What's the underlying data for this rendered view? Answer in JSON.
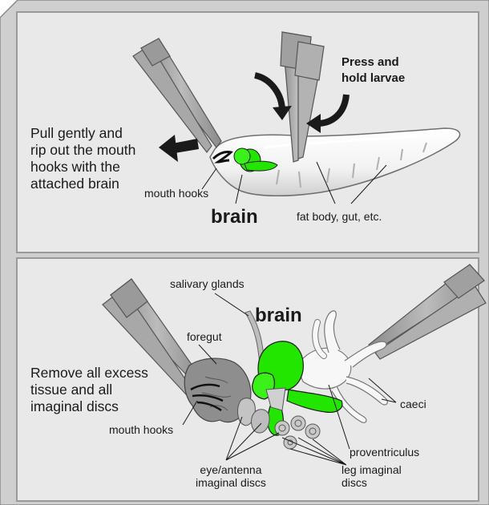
{
  "colors": {
    "panel_bg": "#e8e8e8",
    "panel_border": "#9a9a9a",
    "outer_bg": "#c8c8c8",
    "brain_green": "#22e600",
    "tool_gray": "#9e9e9e",
    "tissue_gray": "#bdbdbd",
    "arrow": "#1a1a1a"
  },
  "panel1": {
    "instruction_press": "Press and\nhold larvae",
    "instruction_pull": "Pull gently and\nrip out the mouth\nhooks with the\nattached brain",
    "label_mouth_hooks": "mouth hooks",
    "label_brain": "brain",
    "label_fat_body": "fat body, gut, etc."
  },
  "panel2": {
    "instruction_remove": "Remove all excess\ntissue and all\nimaginal discs",
    "label_salivary": "salivary glands",
    "label_brain": "brain",
    "label_foregut": "foregut",
    "label_mouth_hooks": "mouth hooks",
    "label_caeci": "caeci",
    "label_proventriculus": "proventriculus",
    "label_eye_antenna": "eye/antenna\nimaginal discs",
    "label_leg": "leg imaginal\ndiscs"
  },
  "icons": [
    "forceps-icon",
    "curved-arrow-icon",
    "left-arrow-icon",
    "larva-icon",
    "brain-icon"
  ]
}
